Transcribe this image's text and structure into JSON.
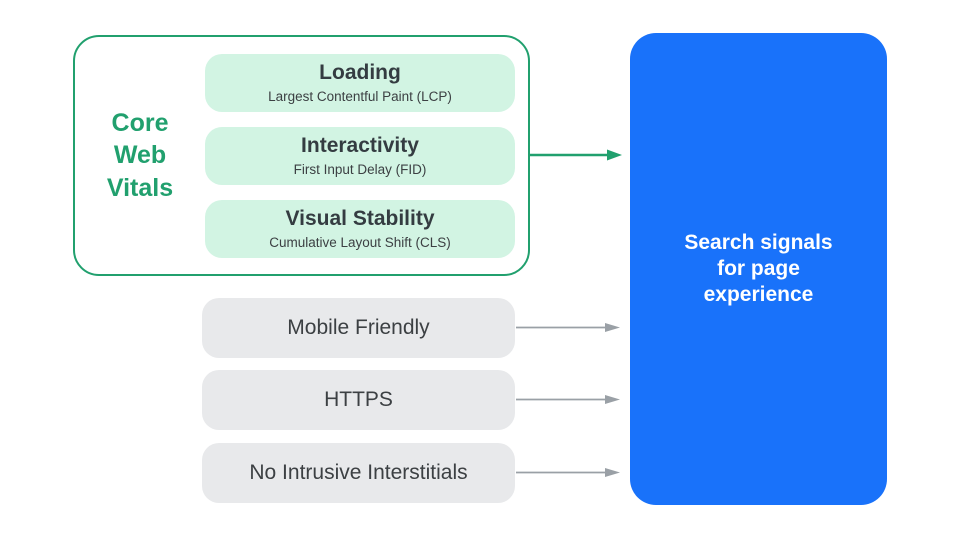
{
  "diagram": {
    "core_web_vitals": {
      "label": "Core Web Vitals",
      "items": [
        {
          "title": "Loading",
          "subtitle": "Largest Contentful Paint (LCP)"
        },
        {
          "title": "Interactivity",
          "subtitle": "First Input Delay (FID)"
        },
        {
          "title": "Visual Stability",
          "subtitle": "Cumulative Layout Shift (CLS)"
        }
      ]
    },
    "other_signals": [
      {
        "label": "Mobile Friendly"
      },
      {
        "label": "HTTPS"
      },
      {
        "label": "No Intrusive Interstitials"
      }
    ],
    "result_box": {
      "text": "Search signals for page experience",
      "lines": [
        "Search signals",
        "for page",
        "experience"
      ]
    },
    "colors": {
      "green": "#21A06E",
      "mint_fill": "#D2F4E3",
      "gray_box_fill": "#E8E9EB",
      "gray_arrow": "#9AA0A6",
      "blue": "#1972FA",
      "dark_text": "#3C4043",
      "white_text": "#FFFFFF"
    }
  }
}
